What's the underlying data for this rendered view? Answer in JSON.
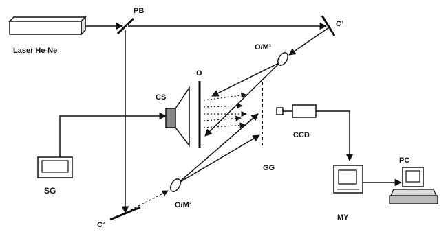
{
  "diagram": {
    "labels": {
      "laser": "Laser He-Ne",
      "beamsplitter": "PB",
      "mirror1": "C¹",
      "mirror2": "C²",
      "objective1": "O/M¹",
      "objective2": "O/M²",
      "object": "O",
      "speaker": "CS",
      "signal_generator": "SG",
      "ground_glass": "GG",
      "camera": "CCD",
      "monitor": "MY",
      "computer": "PC"
    }
  }
}
